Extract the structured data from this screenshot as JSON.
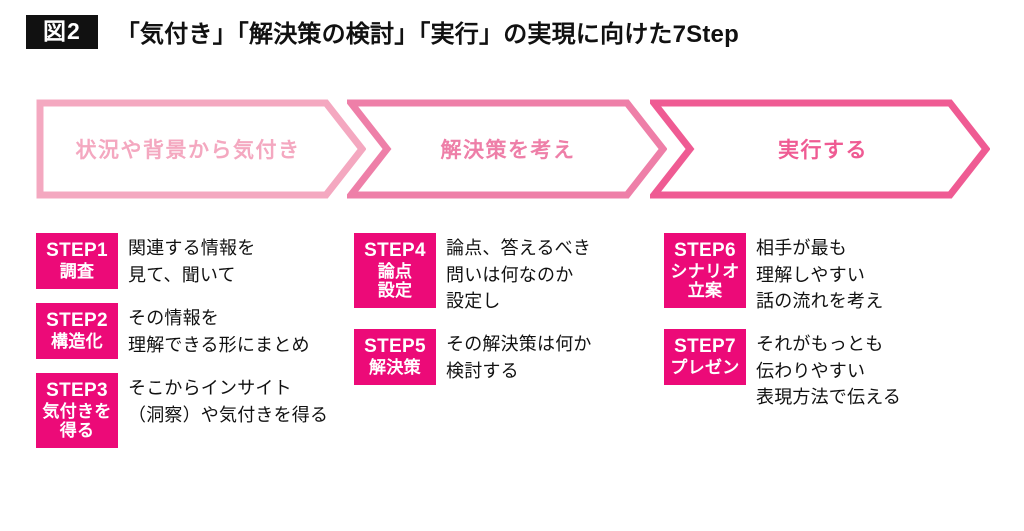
{
  "header": {
    "figure_badge": "図2",
    "title": "「気付き」「解決策の検討」「実行」の実現に向けた7Step"
  },
  "colors": {
    "badge_magenta": "#ec0a78",
    "chevron_light": "#f4a8c0",
    "chevron_medium": "#ee7fa8",
    "chevron_strong": "#ef5b93",
    "title_black": "#111111",
    "body_text": "#111111"
  },
  "phases": [
    {
      "id": "phase-awareness",
      "label": "状況や背景から気付き",
      "outline_color": "#f4a8c0",
      "text_color": "#f4a8c0"
    },
    {
      "id": "phase-solution",
      "label": "解決策を考え",
      "outline_color": "#ee7fa8",
      "text_color": "#ee7fa8"
    },
    {
      "id": "phase-execution",
      "label": "実行する",
      "outline_color": "#ef5b93",
      "text_color": "#ef5b93"
    }
  ],
  "columns": [
    {
      "id": "column-1",
      "steps": [
        {
          "number": "STEP1",
          "jp_lines": [
            "調査"
          ],
          "desc_lines": [
            "関連する情報を",
            "見て、聞いて"
          ]
        },
        {
          "number": "STEP2",
          "jp_lines": [
            "構造化"
          ],
          "desc_lines": [
            "その情報を",
            "理解できる形にまとめ"
          ]
        },
        {
          "number": "STEP3",
          "jp_lines": [
            "気付きを",
            "得る"
          ],
          "desc_lines": [
            "そこからインサイト",
            "（洞察）や気付きを得る"
          ]
        }
      ]
    },
    {
      "id": "column-2",
      "steps": [
        {
          "number": "STEP4",
          "jp_lines": [
            "論点",
            "設定"
          ],
          "desc_lines": [
            "論点、答えるべき",
            "問いは何なのか",
            "設定し"
          ]
        },
        {
          "number": "STEP5",
          "jp_lines": [
            "解決策"
          ],
          "desc_lines": [
            "その解決策は何か",
            "検討する"
          ]
        }
      ]
    },
    {
      "id": "column-3",
      "steps": [
        {
          "number": "STEP6",
          "jp_lines": [
            "シナリオ",
            "立案"
          ],
          "desc_lines": [
            "相手が最も",
            "理解しやすい",
            "話の流れを考え"
          ]
        },
        {
          "number": "STEP7",
          "jp_lines": [
            "プレゼン"
          ],
          "desc_lines": [
            "それがもっとも",
            "伝わりやすい",
            "表現方法で伝える"
          ]
        }
      ]
    }
  ]
}
